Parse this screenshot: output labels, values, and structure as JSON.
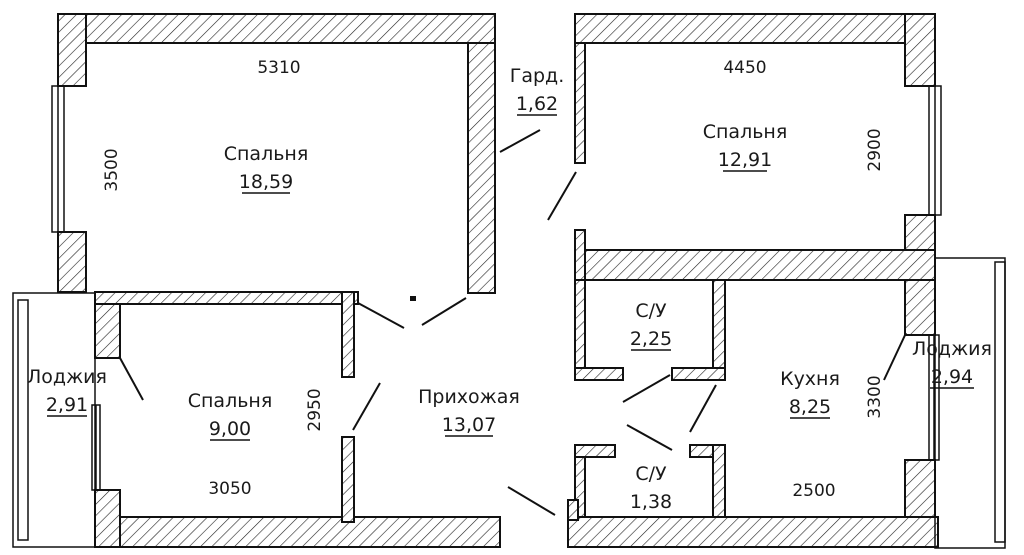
{
  "rooms": [
    {
      "name": "Спальня",
      "area": "18,59"
    },
    {
      "name": "Гард.",
      "area": "1,62"
    },
    {
      "name": "Спальня",
      "area": "12,91"
    },
    {
      "name": "С/У",
      "area": "2,25"
    },
    {
      "name": "Лоджия",
      "area": "2,94"
    },
    {
      "name": "Кухня",
      "area": "8,25"
    },
    {
      "name": "Прихожая",
      "area": "13,07"
    },
    {
      "name": "Лоджия",
      "area": "2,91"
    },
    {
      "name": "Спальня",
      "area": "9,00"
    },
    {
      "name": "С/У",
      "area": "1,38"
    }
  ],
  "dimensions": [
    "5310",
    "3500",
    "4450",
    "2900",
    "2950",
    "3050",
    "3300",
    "2500"
  ]
}
